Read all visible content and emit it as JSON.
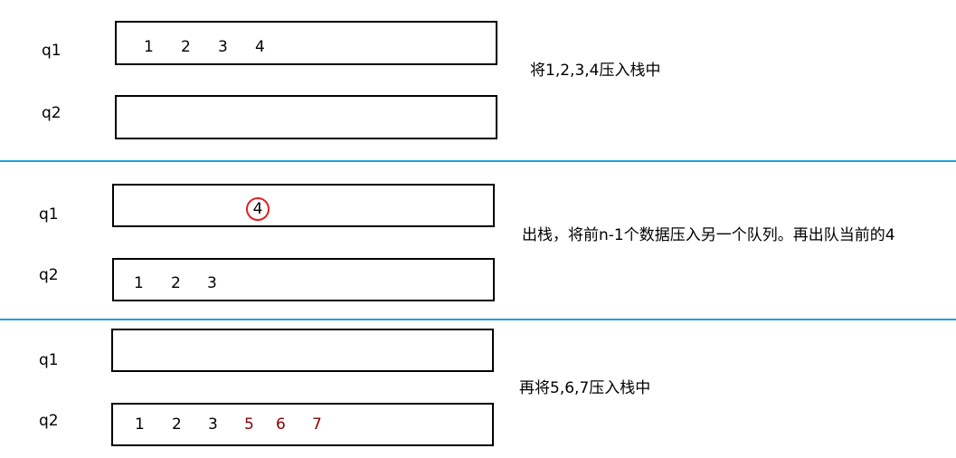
{
  "panels": [
    {
      "q1_label": "q1",
      "q2_label": "q2",
      "q1_values": [
        "1",
        "2",
        "3",
        "4"
      ],
      "q2_values": [],
      "description": "将1,2,3,4压入栈中"
    },
    {
      "q1_label": "q1",
      "q2_label": "q2",
      "q1_highlight": "4",
      "q2_values": [
        "1",
        "2",
        "3"
      ],
      "description": "出栈，将前n-1个数据压入另一个队列。再出队当前的4"
    },
    {
      "q1_label": "q1",
      "q2_label": "q2",
      "q1_values": [],
      "q2_values": [
        "1",
        "2",
        "3"
      ],
      "q2_new_values": [
        "5",
        "6",
        "7"
      ],
      "description": "再将5,6,7压入栈中"
    }
  ],
  "colors": {
    "divider": "#1ea0d8",
    "highlight_circle": "#e02020",
    "new_value": "#8b0000"
  }
}
